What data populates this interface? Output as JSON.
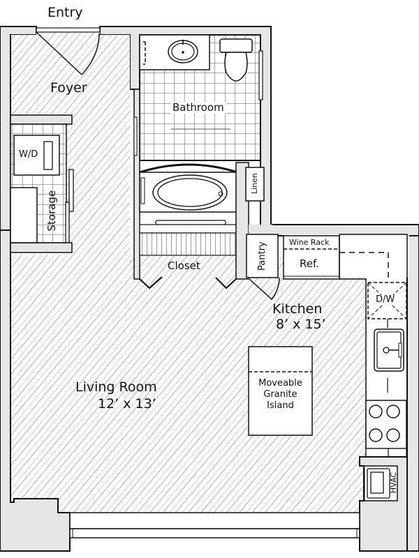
{
  "plan": {
    "labels": {
      "entry": "Entry",
      "foyer": "Foyer",
      "bathroom": "Bathroom",
      "wd": "W/D",
      "storage": "Storage",
      "linen": "Linen",
      "closet": "Closet",
      "pantry": "Pantry",
      "wine_rack": "Wine Rack",
      "ref": "Ref.",
      "dw": "D/W",
      "kitchen_name": "Kitchen",
      "kitchen_dim": "8’ x 15’",
      "living_name": "Living Room",
      "living_dim": "12’ x 13’",
      "island_line1": "Moveable",
      "island_line2": "Granite",
      "island_line3": "Island",
      "hvac": "HVAC"
    },
    "colors": {
      "wall_fill": "#e6e6e6",
      "line": "#111111",
      "hatch": "#c8c8c8",
      "tile": "#555555"
    }
  }
}
